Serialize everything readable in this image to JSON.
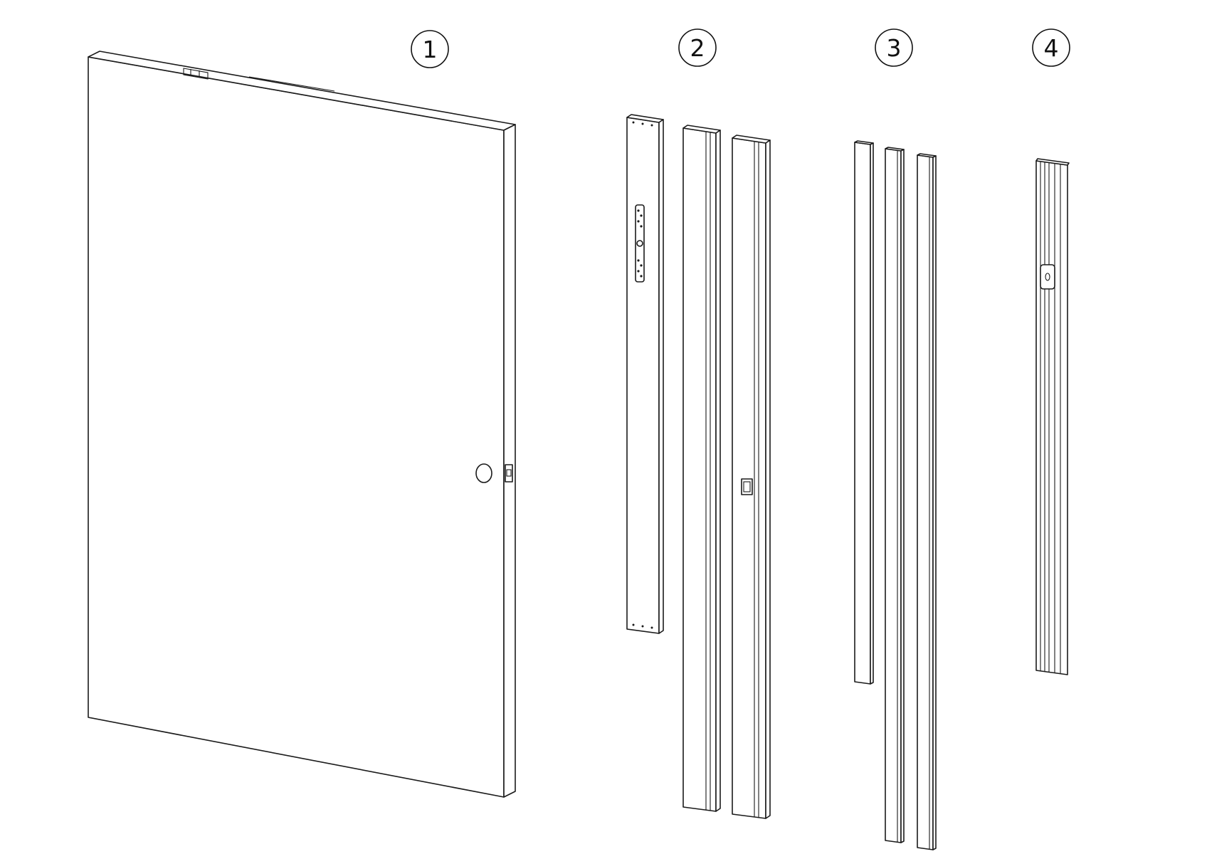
{
  "diagram": {
    "callouts": [
      {
        "id": "door-leaf",
        "label": "1"
      },
      {
        "id": "frame-jambs",
        "label": "2"
      },
      {
        "id": "architraves",
        "label": "3"
      },
      {
        "id": "lock-strip",
        "label": "4"
      }
    ],
    "line_color": "#1a1a1a",
    "background": "#ffffff"
  }
}
